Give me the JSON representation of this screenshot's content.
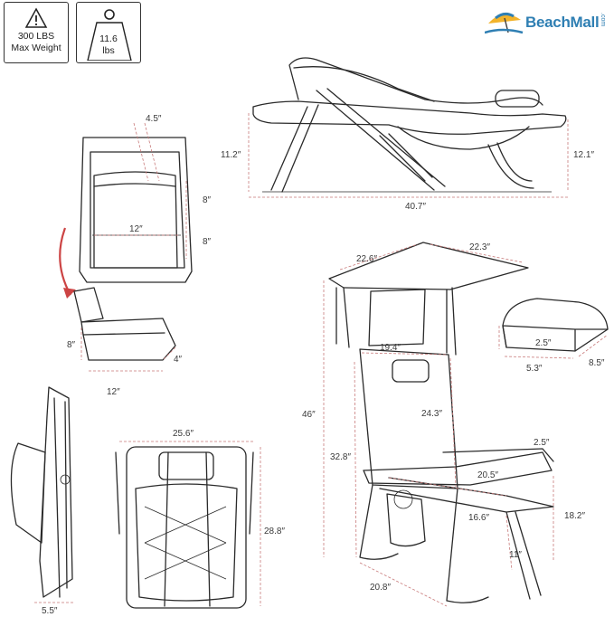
{
  "badges": {
    "weight_capacity": {
      "line1": "300 LBS",
      "line2": "Max Weight",
      "icon": "warning-triangle-icon"
    },
    "chair_weight": {
      "line1": "11.6",
      "line2": "lbs",
      "icon": "kettlebell-weight-icon"
    }
  },
  "brand": {
    "name": "BeachMall",
    "tld": ".com",
    "icon": "beach-umbrella-icon"
  },
  "dimensions": {
    "reclined_height_front": "11.2″",
    "reclined_height_back": "12.1″",
    "reclined_length": "40.7″",
    "pouch_depth": "4.5″",
    "pouch_side_top": "8″",
    "pouch_side_bottom": "8″",
    "pouch_width": "12″",
    "cooler_height": "8″",
    "cooler_depth": "4″",
    "cooler_width": "12″",
    "folded_thickness": "5.5″",
    "folded_width": "25.6″",
    "folded_height": "28.8″",
    "canopy_depth": "22.6″",
    "canopy_width": "22.3″",
    "pillow_height": "2.5″",
    "pillow_length": "5.3″",
    "pillow_depth": "8.5″",
    "seat_back_width": "19.4″",
    "total_height": "46″",
    "back_height": "24.3″",
    "seat_to_top": "32.8″",
    "armrest_width": "2.5″",
    "between_arms": "20.5″",
    "seat_depth": "16.6″",
    "arm_height": "18.2″",
    "seat_height": "11″",
    "base_width": "20.8″"
  }
}
